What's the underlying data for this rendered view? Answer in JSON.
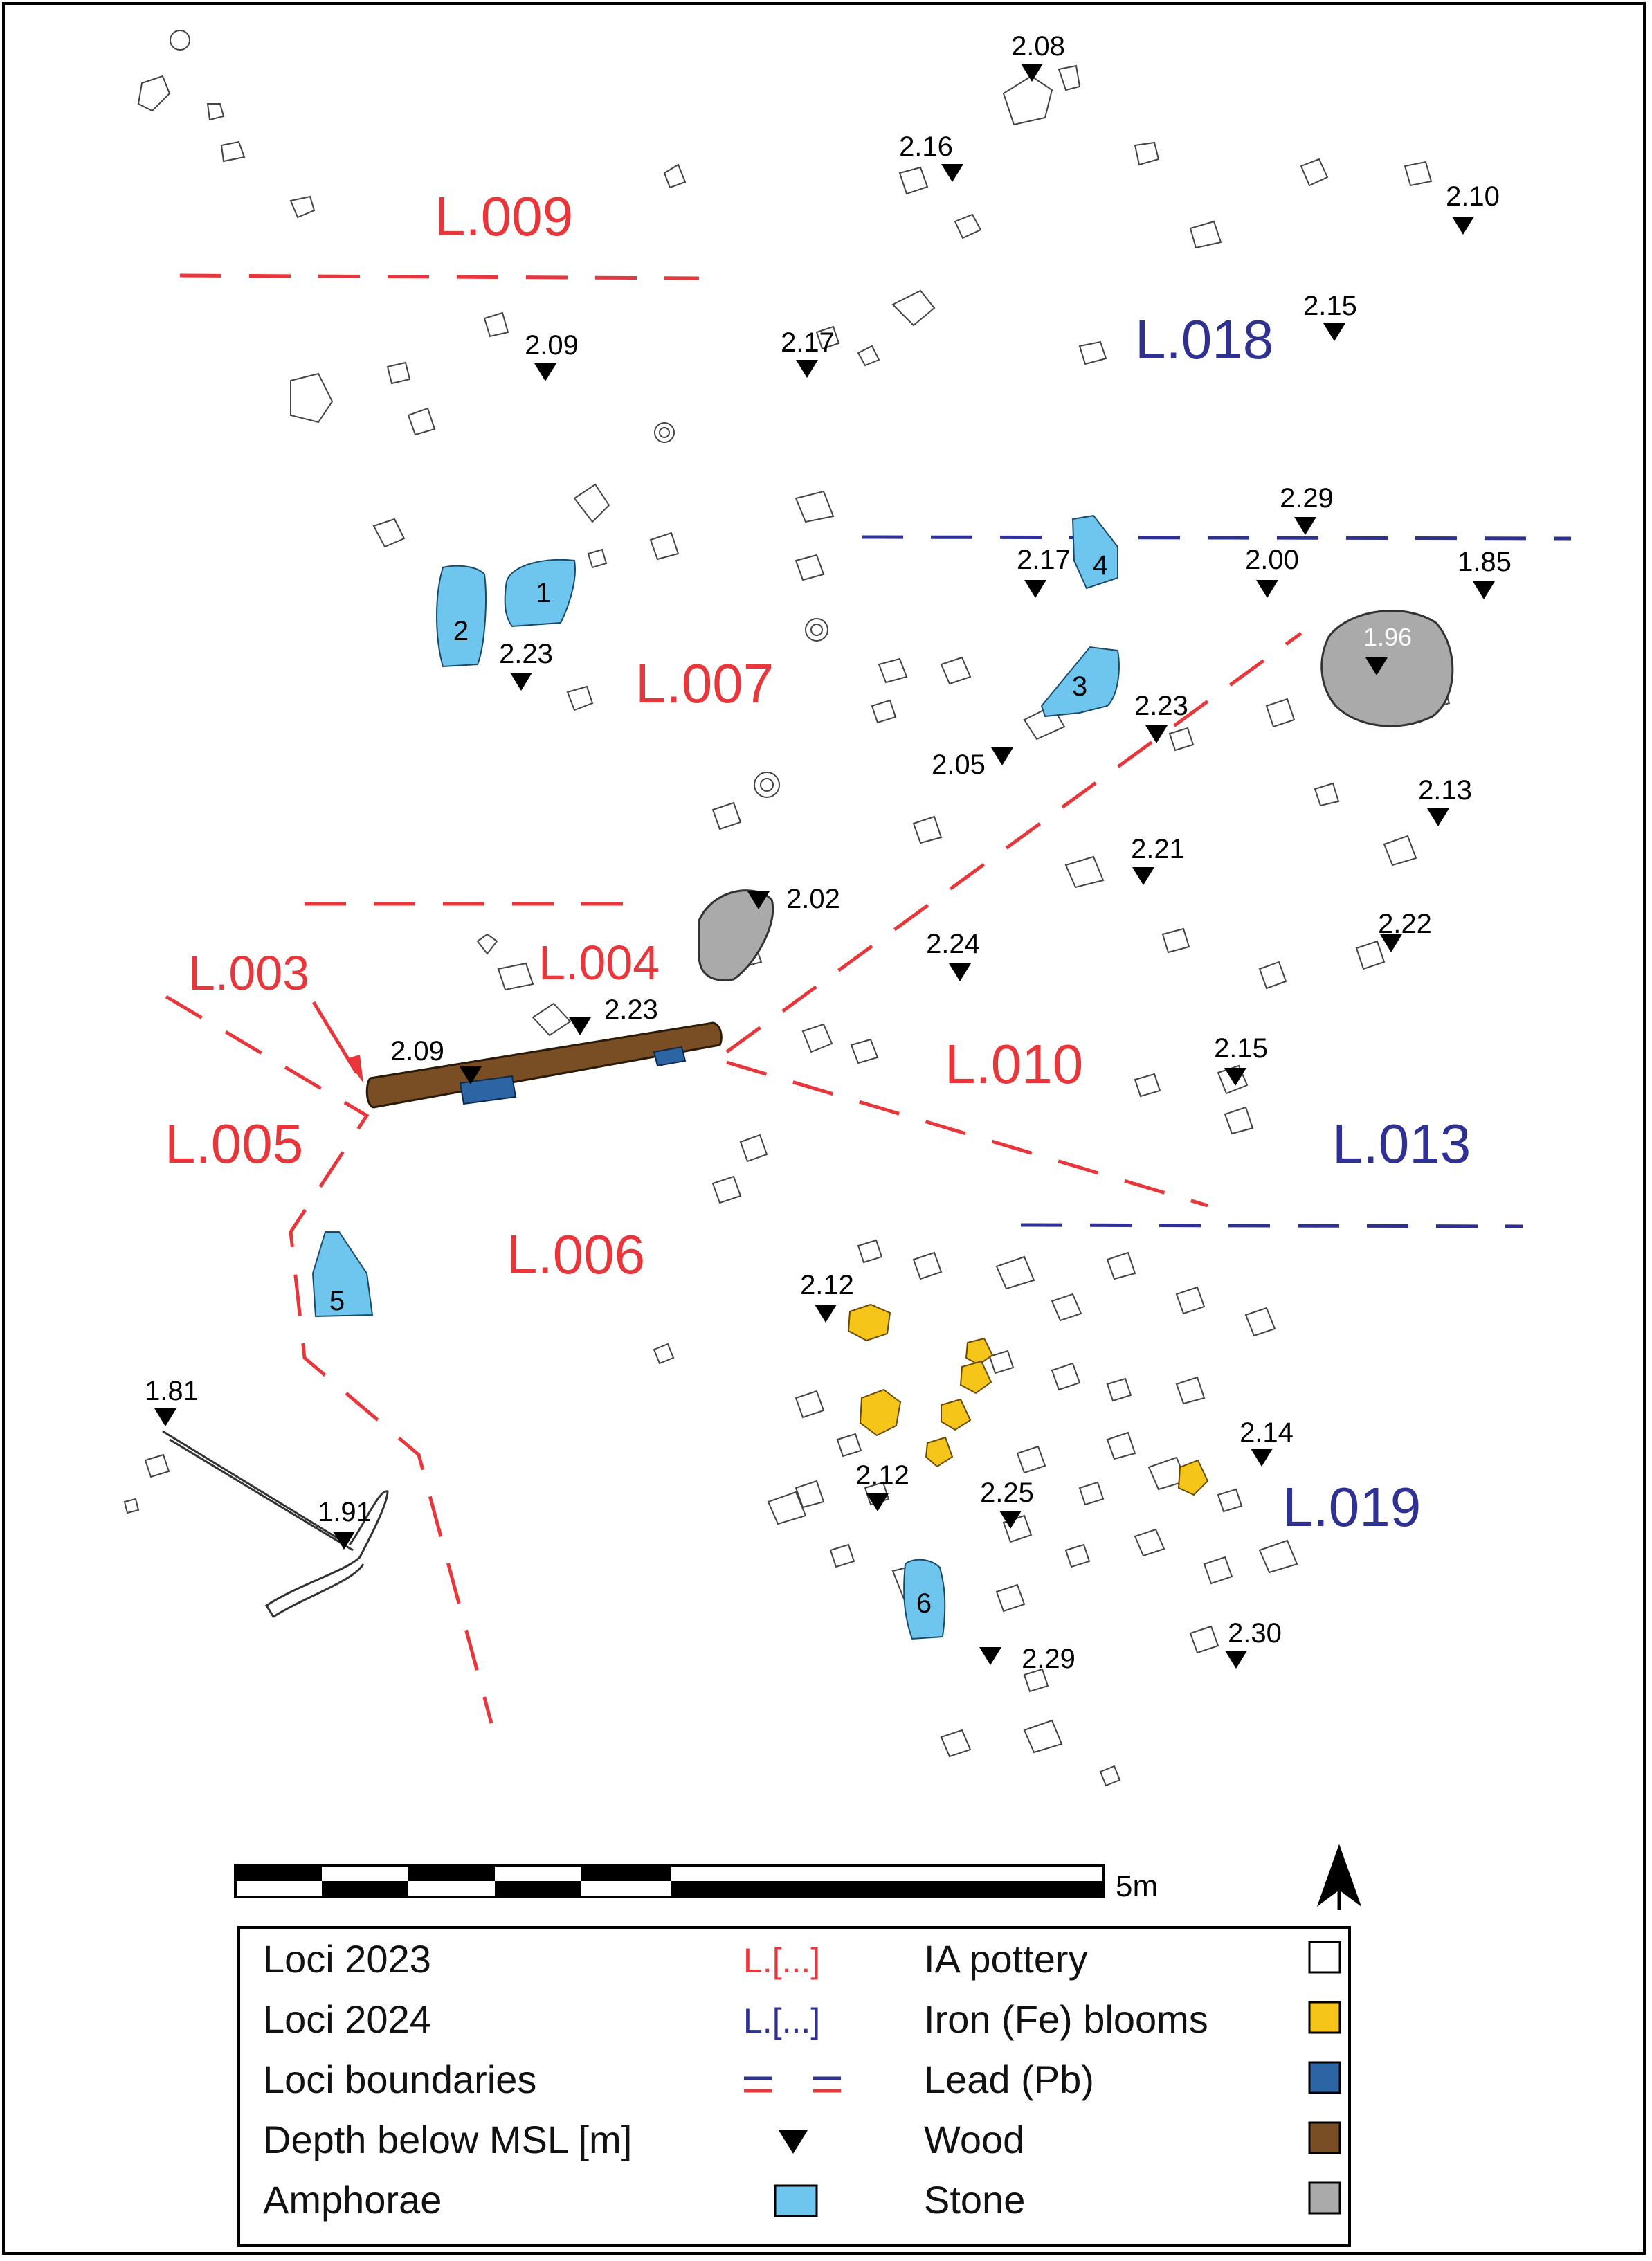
{
  "loci_2023": [
    "L.009",
    "L.007",
    "L.004",
    "L.003",
    "L.005",
    "L.006",
    "L.010"
  ],
  "loci_2024": [
    "L.018",
    "L.013",
    "L.019"
  ],
  "depths": [
    "2.08",
    "2.16",
    "2.10",
    "2.15",
    "2.17",
    "2.09",
    "2.29",
    "2.17",
    "2.00",
    "1.85",
    "2.23",
    "1.96",
    "2.23",
    "2.05",
    "2.13",
    "2.02",
    "2.21",
    "2.22",
    "2.24",
    "2.23",
    "2.09",
    "2.15",
    "2.12",
    "2.14",
    "2.12",
    "2.25",
    "1.81",
    "1.91",
    "2.30",
    "2.29"
  ],
  "amphorae": [
    "1",
    "2",
    "3",
    "4",
    "5",
    "6"
  ],
  "scale": {
    "label": "5m"
  },
  "legend": {
    "loci_2023": {
      "label": "Loci 2023",
      "symbol": "L.[...]"
    },
    "loci_2024": {
      "label": "Loci 2024",
      "symbol": "L.[...]"
    },
    "boundaries": {
      "label": "Loci boundaries"
    },
    "depth": {
      "label": "Depth below MSL [m]"
    },
    "amphorae": {
      "label": "Amphorae"
    },
    "pottery": {
      "label": "IA pottery"
    },
    "iron": {
      "label": "Iron (Fe) blooms"
    },
    "lead": {
      "label": "Lead (Pb)"
    },
    "wood": {
      "label": "Wood"
    },
    "stone": {
      "label": "Stone"
    }
  },
  "colors": {
    "loci_2023": "#e8363b",
    "loci_2024": "#2e3192",
    "amphora": "#6ec6ee",
    "iron": "#f6c51a",
    "lead": "#2d64a4",
    "wood": "#7a4e24",
    "stone": "#aaaaaa"
  },
  "icons": {
    "north": "north-arrow-icon",
    "depth_marker": "triangle-down-icon"
  }
}
